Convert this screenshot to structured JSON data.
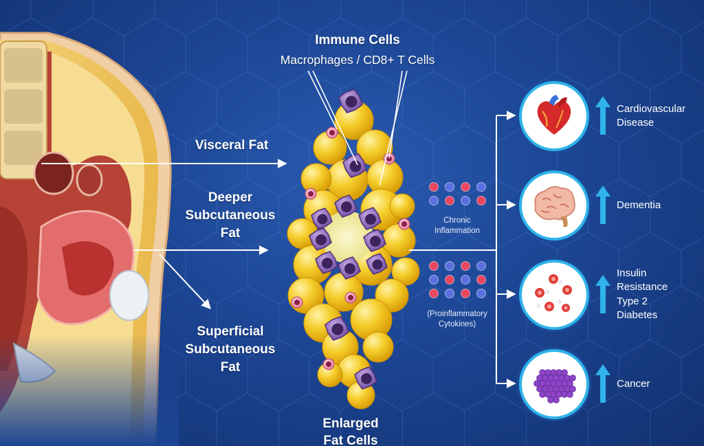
{
  "labels": {
    "immune_title": "Immune Cells",
    "immune_subtitle": "Macrophages / CD8+ T Cells",
    "visceral_fat": "Visceral Fat",
    "deeper_1": "Deeper",
    "deeper_2": "Subcutaneous",
    "deeper_3": "Fat",
    "superficial_1": "Superficial",
    "superficial_2": "Subcutaneous",
    "superficial_3": "Fat",
    "chronic_1": "Chronic",
    "chronic_2": "Inflammation",
    "cytokines_1": "(Proinflammatory",
    "cytokines_2": "Cytokines)",
    "enlarged_1": "Enlarged",
    "enlarged_2": "Fat Cells"
  },
  "outcomes": [
    {
      "lines": [
        "Cardiovascular",
        "Disease"
      ],
      "icon": "heart-icon"
    },
    {
      "lines": [
        "Dementia"
      ],
      "icon": "brain-icon"
    },
    {
      "lines": [
        "Insulin",
        "Resistance",
        "Type 2",
        "Diabetes"
      ],
      "icon": "blood-cells-icon"
    },
    {
      "lines": [
        "Cancer"
      ],
      "icon": "tumor-cells-icon"
    }
  ],
  "colors": {
    "background": "#1c4593",
    "fat_cell": "#f2c31b",
    "macrophage": "#8a62b8",
    "cytokine_red": "#e8475f",
    "cytokine_blue": "#5b6fe0",
    "accent_cyan": "#2fb3ea"
  }
}
